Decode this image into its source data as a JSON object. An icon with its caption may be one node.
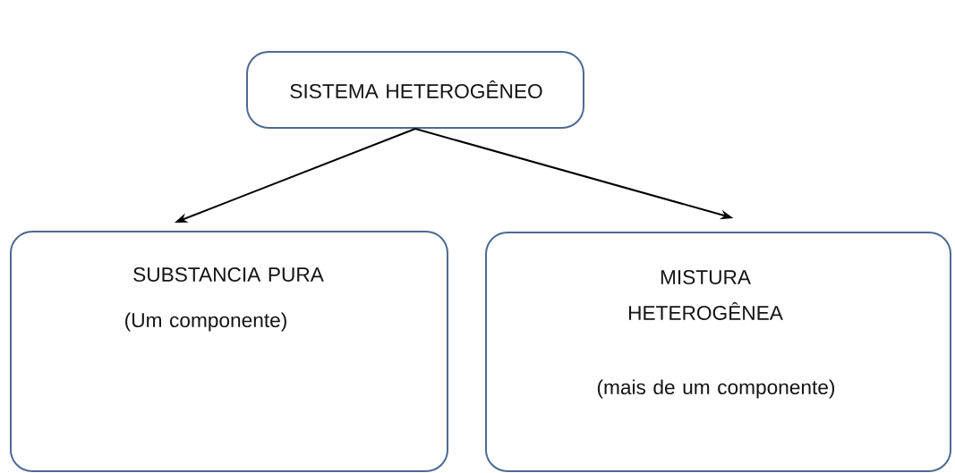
{
  "diagram": {
    "nodes": [
      {
        "text": [
          "SISTEMA HETEROGÊNEO"
        ]
      },
      {
        "text": [
          "SUBSTANCIA PURA",
          "(Um componente)"
        ]
      },
      {
        "text": [
          "MISTURA HETEROGÊNEA",
          "(mais de um componente)"
        ]
      }
    ],
    "edges": [
      {
        "from": 0,
        "to": 1,
        "arrow": "to"
      },
      {
        "from": 0,
        "to": 2,
        "arrow": "to"
      }
    ]
  }
}
